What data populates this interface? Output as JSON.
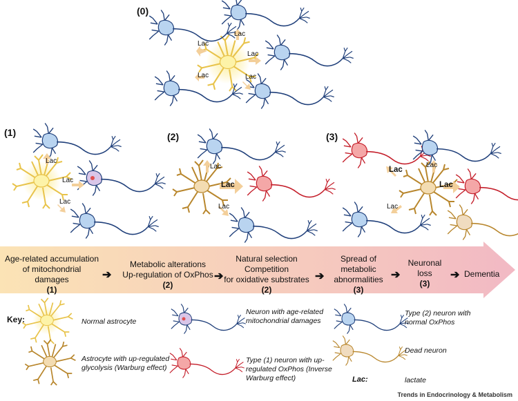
{
  "panels": {
    "p0": "(0)",
    "p1": "(1)",
    "p2": "(2)",
    "p3": "(3)"
  },
  "lac": "Lac",
  "stages": [
    {
      "line1": "Age-related accumulation",
      "line2": "of mitochondrial",
      "line3": "damages",
      "num": "(1)"
    },
    {
      "line1": "Metabolic alterations",
      "line2": "Up-regulation of OxPhos",
      "num": "(2)"
    },
    {
      "line1": "Natural selection",
      "line2": "Competition",
      "line3": "for oxidative substrates",
      "num": "(2)"
    },
    {
      "line1": "Spread of",
      "line2": "metabolic",
      "line3": "abnormalities",
      "num": "(3)"
    },
    {
      "line1": "Neuronal",
      "line2": "loss",
      "num": "(3)"
    },
    {
      "line1": "Dementia"
    }
  ],
  "key": {
    "title": "Key:",
    "normal_astrocyte": "Normal astrocyte",
    "warburg_astrocyte_1": "Astrocyte with up-regulated",
    "warburg_astrocyte_2": "glycolysis (Warburg effect)",
    "damaged_neuron_1": "Neuron with age-related",
    "damaged_neuron_2": "mitochondrial damages",
    "type1_neuron_1": "Type (1) neuron with up-",
    "type1_neuron_2": "regulated OxPhos (Inverse",
    "type1_neuron_3": "Warburg effect)",
    "type2_neuron_1": "Type (2) neuron with",
    "type2_neuron_2": "normal OxPhos",
    "dead_neuron": "Dead neuron",
    "lac_label": "Lac:",
    "lactate": "lactate"
  },
  "credit": "Trends in Endocrinology & Metabolism",
  "colors": {
    "blue_fill": "#b9d4f0",
    "blue_stroke": "#1f3f7a",
    "red_fill": "#f4a7a7",
    "red_stroke": "#c41e2a",
    "yellow_fill": "#fdf3a8",
    "yellow_stroke": "#e8c34a",
    "tan_fill": "#f3dcb2",
    "tan_stroke": "#b8862c",
    "dead_fill": "#f0dcc0",
    "arrow_start": "#fbe3b3",
    "arrow_end": "#f2b8c2"
  }
}
